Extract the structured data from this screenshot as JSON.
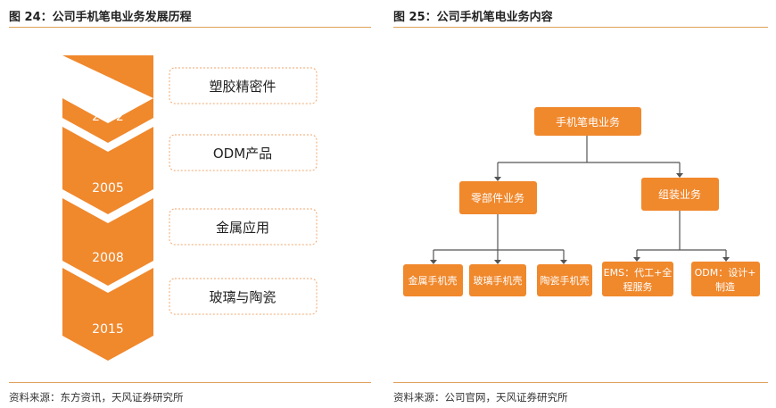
{
  "left": {
    "title": "图 24：公司手机笔电业务发展历程",
    "source": "资料来源：东方资讯，天风证券研究所",
    "timeline": [
      {
        "year": "2002",
        "label": "塑胶精密件"
      },
      {
        "year": "2005",
        "label": "ODM产品"
      },
      {
        "year": "2008",
        "label": "金属应用"
      },
      {
        "year": "2015",
        "label": "玻璃与陶瓷"
      }
    ]
  },
  "right": {
    "title": "图 25：公司手机笔电业务内容",
    "source": "资料来源：公司官网，天风证券研究所",
    "tree": {
      "root": "手机笔电业务",
      "branches": [
        {
          "label": "零部件业务",
          "children": [
            "金属手机壳",
            "玻璃手机壳",
            "陶瓷手机壳"
          ]
        },
        {
          "label": "组装业务",
          "children": [
            "EMS：代工+全程服务",
            "ODM：设计+制造"
          ]
        }
      ]
    }
  },
  "colors": {
    "accent": "#f0882c",
    "box_border": "#f2a66b",
    "rule": "#e0a15a",
    "connector": "#555555"
  }
}
